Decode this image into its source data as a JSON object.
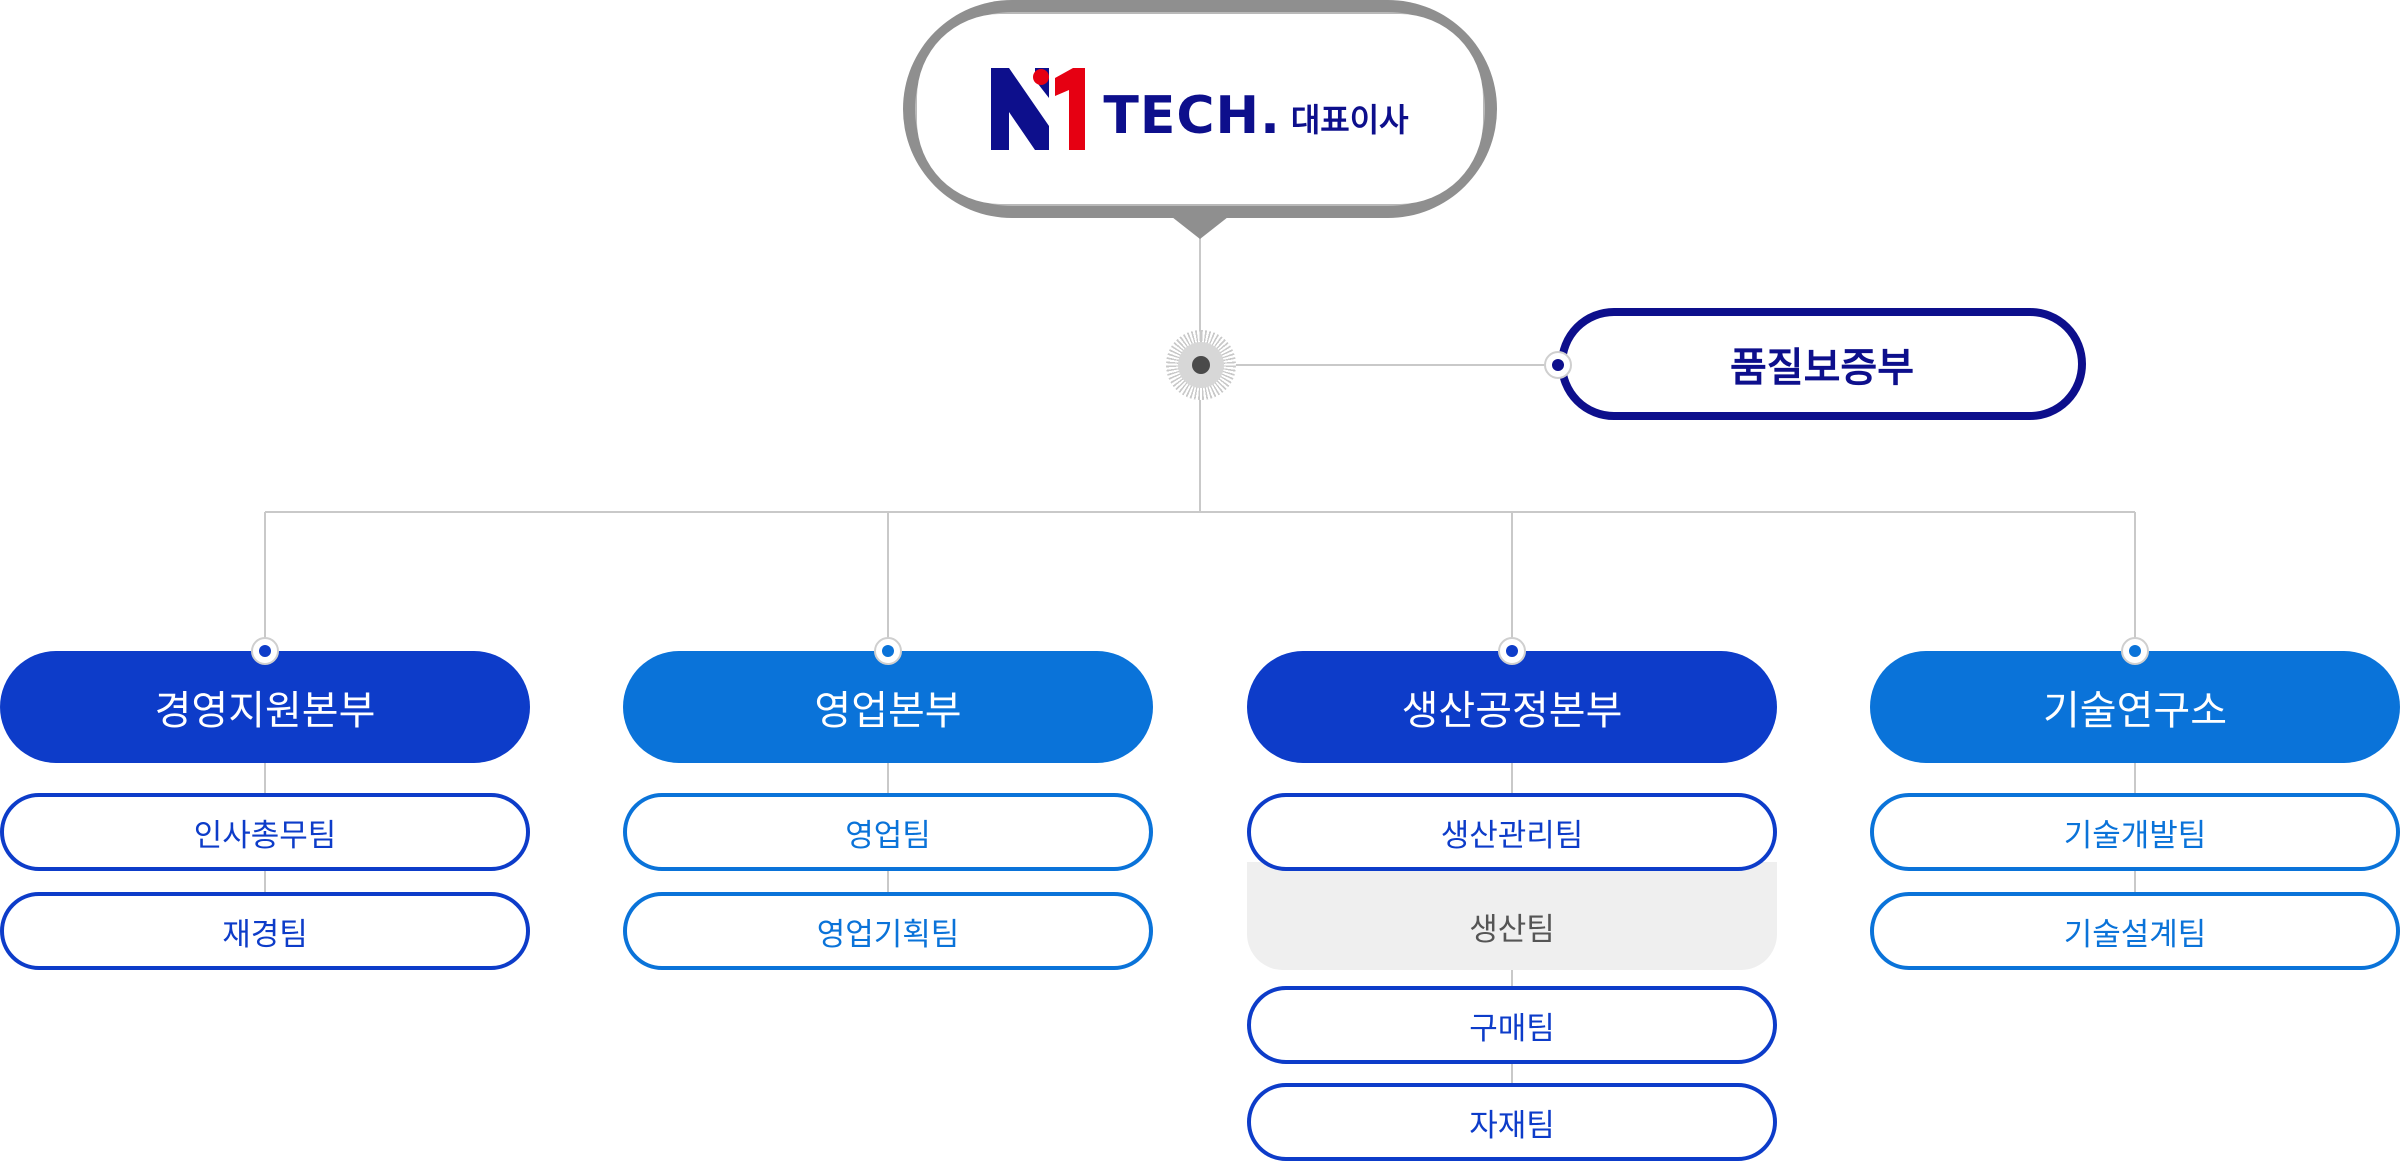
{
  "ceo": {
    "logo_text": "TECH.",
    "title": "대표이사"
  },
  "quality": {
    "label": "품질보증부"
  },
  "divisions": [
    {
      "label": "경영지원본부",
      "teams": [
        "인사총무팀",
        "재경팀"
      ]
    },
    {
      "label": "영업본부",
      "teams": [
        "영업팀",
        "영업기획팀"
      ]
    },
    {
      "label": "생산공정본부",
      "teams": [
        "생산관리팀",
        "생산팀",
        "구매팀",
        "자재팀"
      ]
    },
    {
      "label": "기술연구소",
      "teams": [
        "기술개발팀",
        "기술설계팀"
      ]
    }
  ],
  "colors": {
    "navy": "#0d0f8c",
    "blue_dark": "#0d3cc9",
    "blue_light": "#0a73d9",
    "logo_red": "#e60012",
    "line_gray": "#c9c9c9",
    "highlight_gray": "#efefef"
  }
}
